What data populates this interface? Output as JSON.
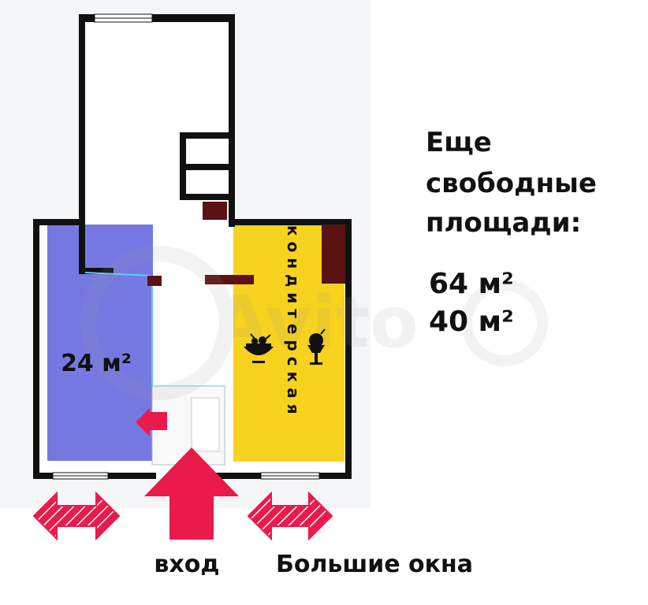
{
  "plan": {
    "left_room_area": "24 м²",
    "vertical_label": "кондитерская",
    "entrance_label": "вход",
    "windows_label": "Большие окна"
  },
  "side_note": {
    "heading_lines": [
      "Еще",
      "свободные",
      "площади:"
    ],
    "areas": [
      "64 м²",
      "40 м²"
    ]
  },
  "colors": {
    "left_room": "#7678e2",
    "right_room": "#f7d21f",
    "arrow": "#ea1a4b",
    "wall": "#111111",
    "column": "#5b1212",
    "background_gray": "#f5f6f8"
  },
  "icons": [
    "cake-bowl-icon",
    "ice-cream-icon",
    "left-arrow-icon",
    "entrance-arrow-icon",
    "double-arrow-icon"
  ]
}
